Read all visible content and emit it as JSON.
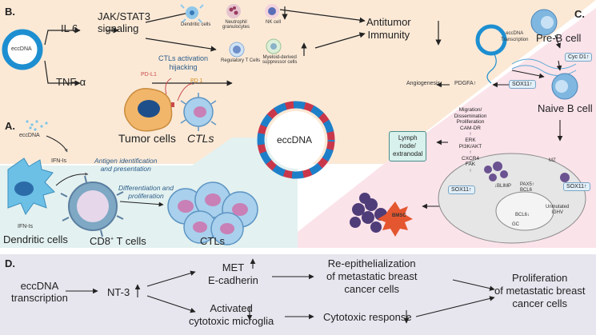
{
  "panels": {
    "A": "A.",
    "B": "B.",
    "C": "C.",
    "D": "D."
  },
  "b": {
    "eccdna_ring": "eccDNA",
    "il6": "IL 6",
    "tnf": "TNF-α",
    "jak_stat": "JAK/STAT3\nsignaling",
    "cells": {
      "dendritic": "Dendritic cells",
      "neutrophil": "Neutrophil\ngranulocytes",
      "nk": "NK cell",
      "treg": "Regulatory T Cells",
      "mdsc": "Myeloid-derived\nsuppressor cells"
    },
    "antitumor": "Antitumor\nImmunity",
    "ctl_hijack": "CTLs activation\nhijacking",
    "pdl1": "PD-L1",
    "pd1": "PD 1",
    "tumor_cells": "Tumor cells",
    "ctls": "CTLs"
  },
  "center": {
    "label": "eccDNA"
  },
  "c": {
    "eccdna_transcription": "eccDNA\nTranscription",
    "pre_b": "Pre-B cell",
    "cyc": "Cyc D1↑",
    "sox11_top": "SOX11↑",
    "pdgfa": "PDGFA↑",
    "angiogenesis": "Angiogenesis↑",
    "naive_b": "Naive B cell",
    "lymph_node": "Lymph\nnode/\nextranodal",
    "pathway": [
      "Migration/",
      "Dissemination",
      "Proliferation",
      "CAM-DR",
      "↑",
      "ERK",
      "PI3K/AKT",
      "↑",
      "CXCR4",
      "FAK",
      "↑"
    ],
    "sox11_mid": "SOX11↑",
    "sox11_right": "SOX11↑",
    "mz": "MZ",
    "blimp": "↓BLIMP",
    "pax": "PAX5↑\nBCL6",
    "bcl6": "BCL6↓",
    "unmutated": "Unmutated\nIGHV",
    "gc": "GC",
    "bmsc": "BMSC"
  },
  "a": {
    "eccdna": "eccDNA",
    "ifn1": "IFN-Is",
    "ifn2": "IFN-Is",
    "antigen": "Antigen identification\nand presentation",
    "diff": "Differentiation and\nproliferation",
    "dendritic": "Dendritic cells",
    "cd8": "CD8",
    "cd8_sup": "+",
    "tcells": " T cells",
    "ctls": "CTLs"
  },
  "d": {
    "eccdna_transcription": "eccDNA\ntranscription",
    "nt3": "NT-3",
    "met": "MET\nE-cadherin",
    "microglia": "Activated\ncytotoxic microglia",
    "reepi": "Re-epithelialization\nof metastatic breast\ncancer cells",
    "cytotoxic": "Cytotoxic response",
    "prolif": "Proliferation\nof metastatic breast\ncancer cells"
  },
  "colors": {
    "panelB": "#fbe9d6",
    "panelC": "#fbe3ea",
    "panelA": "#e3f1f0",
    "panelD": "#e7e6ef",
    "ring": "#1d8fd1",
    "helix_red": "#c9374b",
    "helix_blue": "#1e7fc9"
  }
}
